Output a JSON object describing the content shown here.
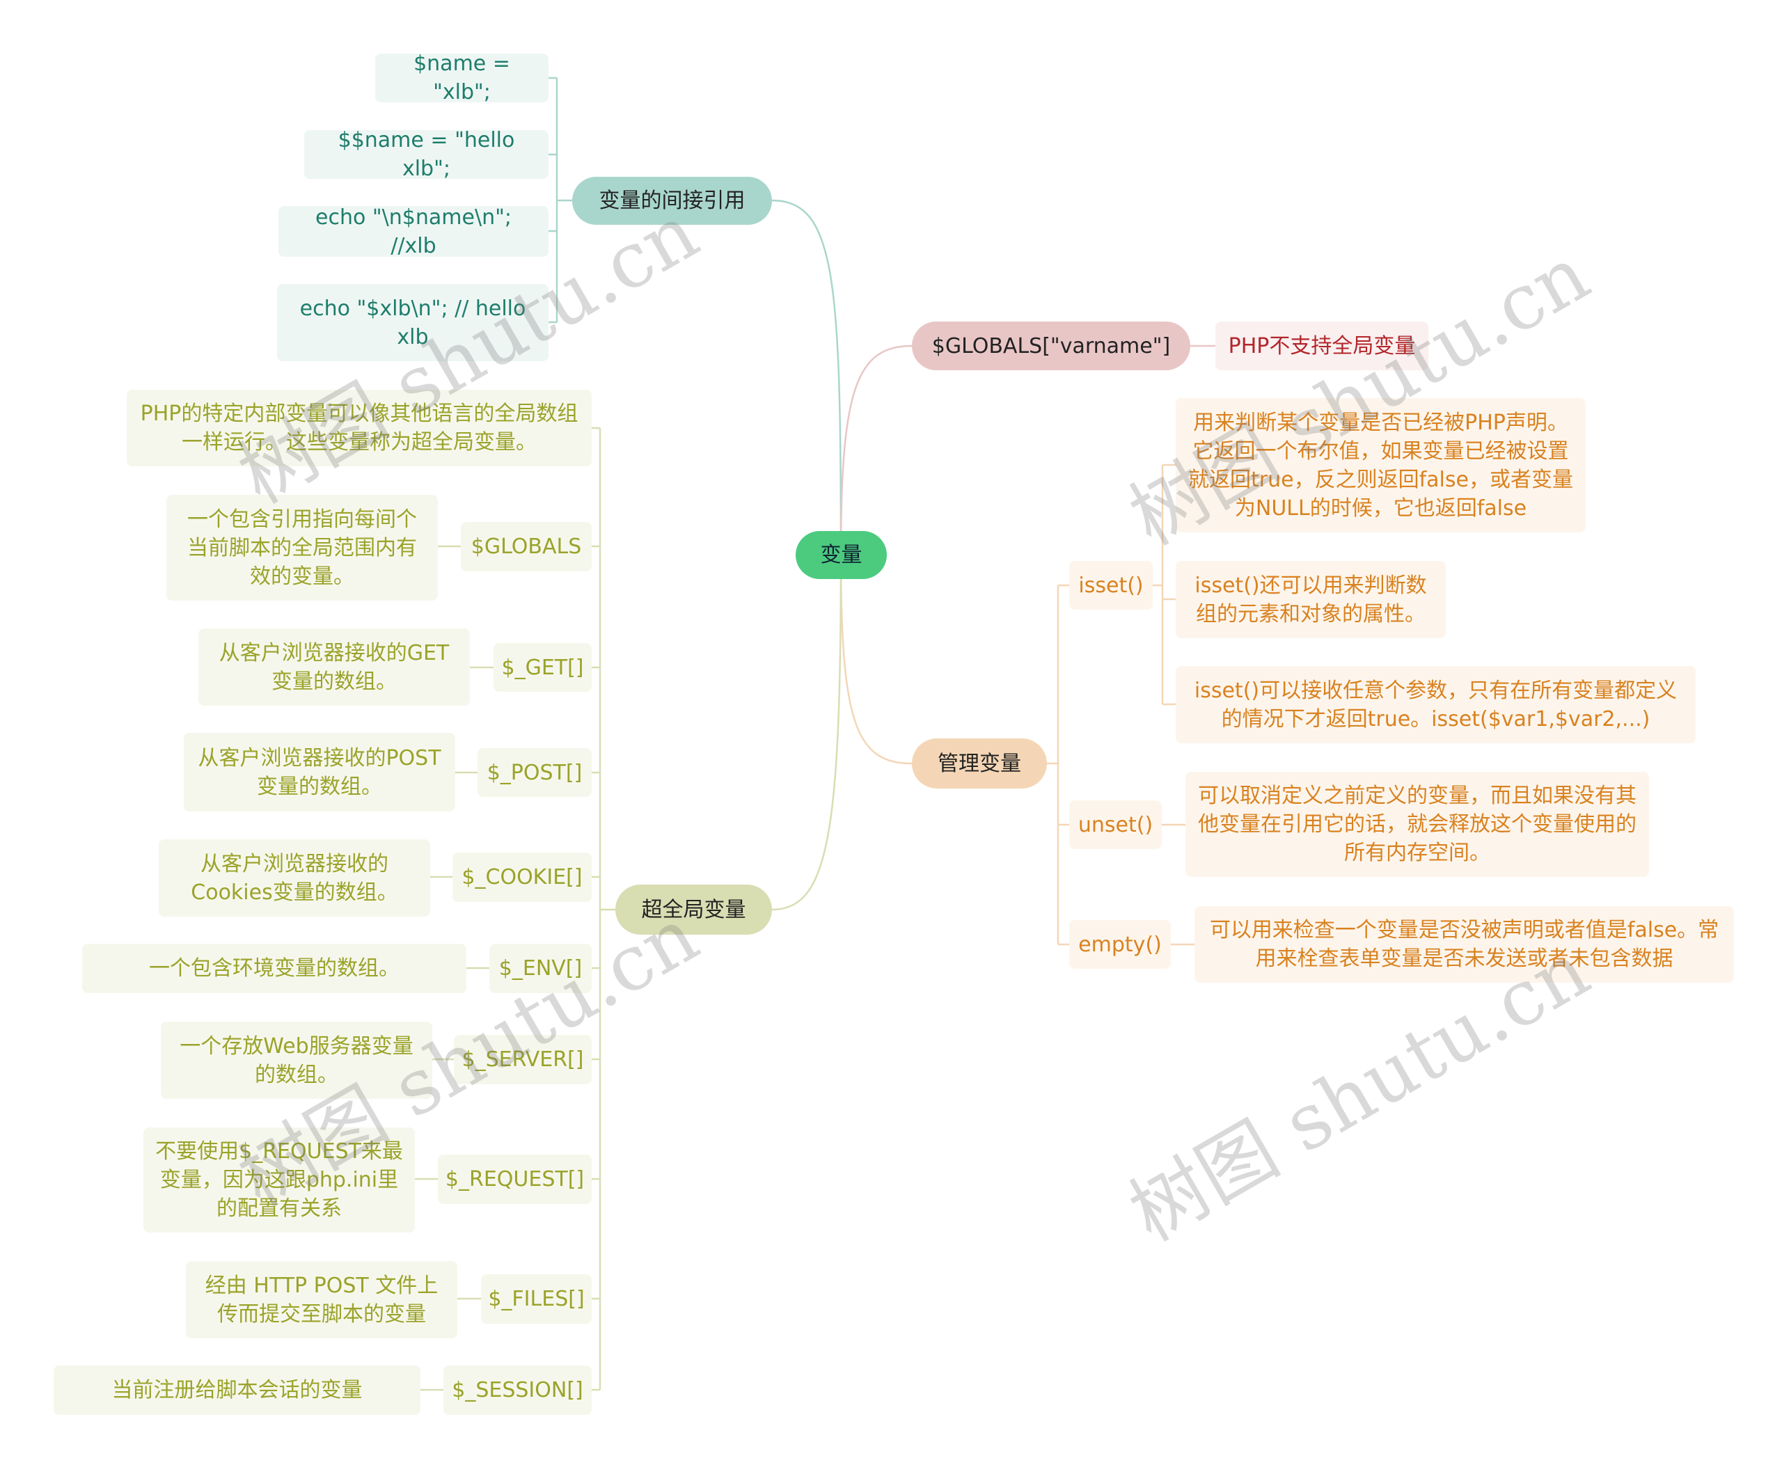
{
  "root": "变量",
  "indirect": {
    "label": "变量的间接引用",
    "items": [
      "$name = \"xlb\";",
      "$$name = \"hello xlb\";",
      "echo \"\\n$name\\n\"; //xlb",
      "echo \"$xlb\\n\";   // hello xlb"
    ]
  },
  "globals": {
    "label": "$GLOBALS[\"varname\"]",
    "note": "PHP不支持全局变量"
  },
  "manage": {
    "label": "管理变量",
    "isset": {
      "label": "isset()",
      "notes": [
        "用来判断某个变量是否已经被PHP声明。它返回一个布尔值，如果变量已经被设置就返回true，反之则返回false，或者变量为NULL的时候，它也返回false",
        "isset()还可以用来判断数组的元素和对象的属性。",
        "isset()可以接收任意个参数，只有在所有变量都定义的情况下才返回true。isset($var1,$var2,...)"
      ]
    },
    "unset": {
      "label": "unset()",
      "note": "可以取消定义之前定义的变量，而且如果没有其他变量在引用它的话，就会释放这个变量使用的所有内存空间。"
    },
    "empty": {
      "label": "empty()",
      "note": "可以用来检查一个变量是否没被声明或者值是false。常用来栓查表单变量是否未发送或者未包含数据"
    }
  },
  "super": {
    "label": "超全局变量",
    "intro": "PHP的特定内部变量可以像其他语言的全局数组一样运行。这些变量称为超全局变量。",
    "items": [
      {
        "key": "$GLOBALS",
        "desc": "一个包含引用指向每间个当前脚本的全局范围内有效的变量。"
      },
      {
        "key": "$_GET[]",
        "desc": "从客户浏览器接收的GET变量的数组。"
      },
      {
        "key": "$_POST[]",
        "desc": "从客户浏览器接收的POST变量的数组。"
      },
      {
        "key": "$_COOKIE[]",
        "desc": "从客户浏览器接收的Cookies变量的数组。"
      },
      {
        "key": "$_ENV[]",
        "desc": "一个包含环境变量的数组。"
      },
      {
        "key": "$_SERVER[]",
        "desc": "一个存放Web服务器变量的数组。"
      },
      {
        "key": "$_REQUEST[]",
        "desc": "不要使用$_REQUEST来最变量，因为这跟php.ini里的配置有关系"
      },
      {
        "key": "$_FILES[]",
        "desc": "经由 HTTP POST 文件上传而提交至脚本的变量"
      },
      {
        "key": "$_SESSION[]",
        "desc": "当前注册给脚本会话的变量"
      }
    ]
  },
  "watermark": "树图 shutu.cn",
  "colors": {
    "root": "#4ccb7f",
    "teal": "#a9d6cc",
    "pink": "#e9c6c6",
    "orange": "#f4d6b6",
    "olive": "#d9ddb2"
  }
}
